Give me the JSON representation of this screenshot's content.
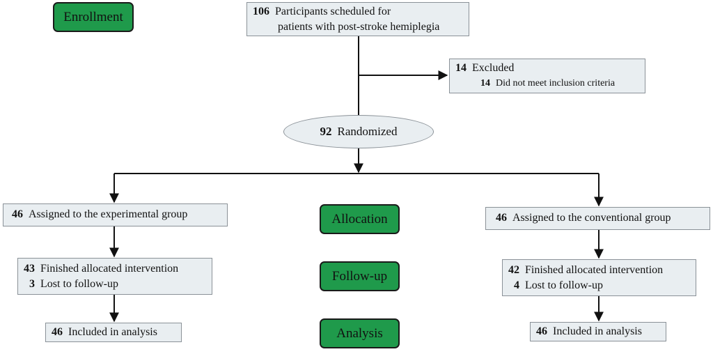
{
  "stages": {
    "enrollment": "Enrollment",
    "allocation": "Allocation",
    "follow_up": "Follow-up",
    "analysis": "Analysis"
  },
  "scheduled": {
    "count": "106",
    "line1": "Participants scheduled for",
    "line2": "patients with post-stroke hemiplegia"
  },
  "excluded": {
    "count": "14",
    "label": "Excluded",
    "reason_count": "14",
    "reason": "Did not meet inclusion criteria"
  },
  "randomized": {
    "count": "92",
    "label": "Randomized"
  },
  "experimental": {
    "assigned_count": "46",
    "assigned_label": "Assigned to the experimental group",
    "finished_count": "43",
    "finished_label": "Finished allocated intervention",
    "lost_count": "3",
    "lost_label": "Lost to follow-up",
    "analysis_count": "46",
    "analysis_label": "Included in analysis"
  },
  "conventional": {
    "assigned_count": "46",
    "assigned_label": "Assigned to the conventional group",
    "finished_count": "42",
    "finished_label": "Finished allocated intervention",
    "lost_count": "4",
    "lost_label": "Lost to follow-up",
    "analysis_count": "46",
    "analysis_label": "Included in analysis"
  }
}
